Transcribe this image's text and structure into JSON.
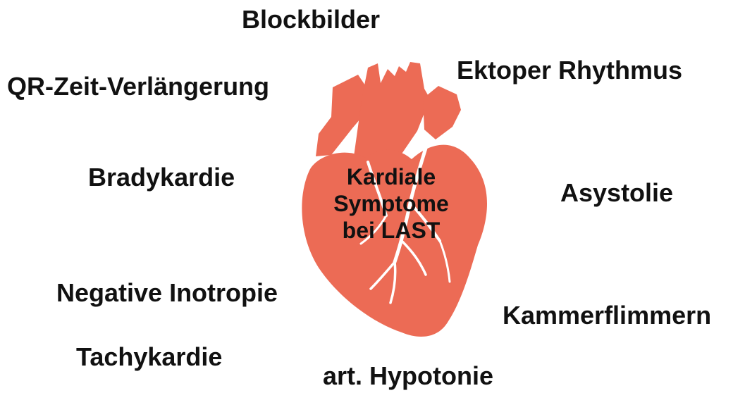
{
  "diagram": {
    "center_lines": [
      "Kardiale",
      "Symptome",
      "bei LAST"
    ],
    "symptoms": {
      "blockbilder": "Blockbilder",
      "qr_zeit": "QR-Zeit-Verlängerung",
      "ektoper": "Ektoper Rhythmus",
      "bradykardie": "Bradykardie",
      "asystolie": "Asystolie",
      "negative_inotropie": "Negative Inotropie",
      "kammerflimmern": "Kammerflimmern",
      "tachykardie": "Tachykardie",
      "hypotonie": "art. Hypotonie"
    },
    "heart_color": "#EC6B55",
    "heart_icon": "anatomical-heart-icon"
  }
}
